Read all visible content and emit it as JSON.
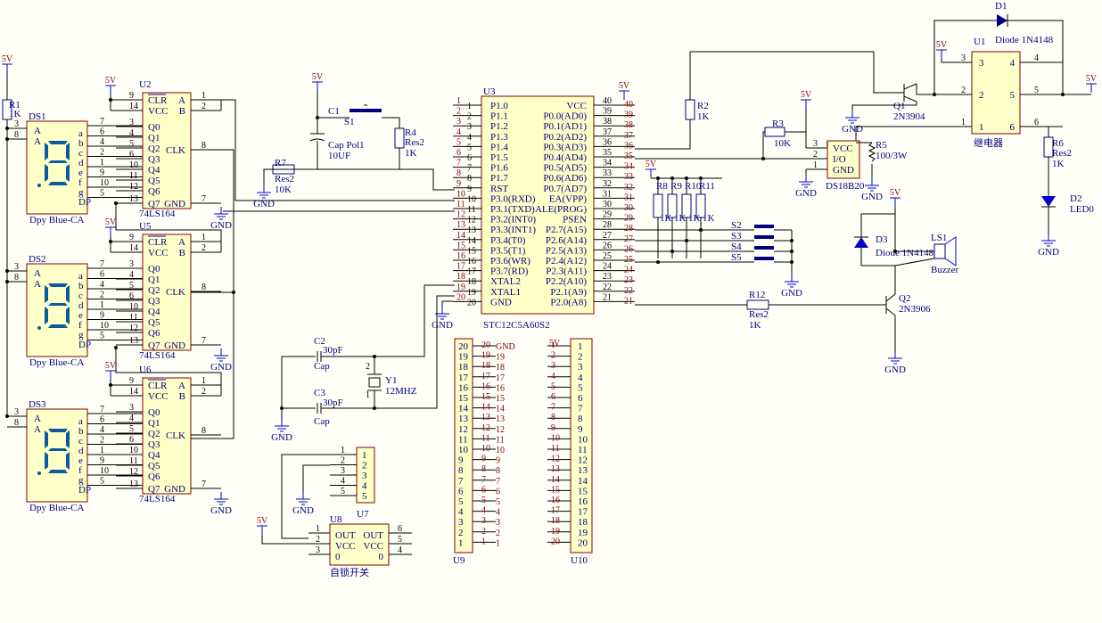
{
  "title": "",
  "power": {
    "v5": "5V",
    "gnd": "GND"
  },
  "displays": [
    {
      "ref": "DS1",
      "name": "Dpy Blue-CA"
    },
    {
      "ref": "DS2",
      "name": "Dpy Blue-CA"
    },
    {
      "ref": "DS3",
      "name": "Dpy Blue-CA"
    }
  ],
  "disp_pins": {
    "left": [
      "A",
      "A"
    ],
    "segs": [
      "a",
      "b",
      "c",
      "d",
      "e",
      "f",
      "g",
      "DP"
    ],
    "left_nums": [
      "3",
      "8"
    ],
    "right_nums": [
      "7",
      "6",
      "4",
      "2",
      "1",
      "9",
      "10",
      "5"
    ]
  },
  "shift_regs": [
    {
      "ref": "U2",
      "name": "74LS164"
    },
    {
      "ref": "U5",
      "name": "74LS164"
    },
    {
      "ref": "U6",
      "name": "74LS164"
    }
  ],
  "sr_pins": {
    "left": [
      "CLR",
      "VCC",
      "Q0",
      "Q1",
      "Q2",
      "Q3",
      "Q4",
      "Q5",
      "Q6",
      "Q7"
    ],
    "right": [
      "A",
      "B",
      "CLK",
      "GND"
    ],
    "left_nums": [
      "9",
      "14",
      "3",
      "4",
      "5",
      "6",
      "10",
      "11",
      "12",
      "13"
    ],
    "right_nums": [
      "1",
      "2",
      "8",
      "7"
    ]
  },
  "r1": {
    "ref": "R1",
    "val": "1K"
  },
  "mcu": {
    "ref": "U3",
    "name": "STC12C5A60S2",
    "left": [
      "P1.0",
      "P1.1",
      "P1.2",
      "P1.3",
      "P1.4",
      "P1.5",
      "P1.6",
      "P1.7",
      "RST",
      "P3.0(RXD)",
      "P3.1(TXD)",
      "P3.2(INT0)",
      "P3.3(INT1)",
      "P3.4(T0)",
      "P3.5(T1)",
      "P3.6(WR)",
      "P3.7(RD)",
      "XTAL2",
      "XTAL1",
      "GND"
    ],
    "right": [
      "VCC",
      "P0.0(AD0)",
      "P0.1(AD1)",
      "P0.2(AD2)",
      "P0.3(AD3)",
      "P0.4(AD4)",
      "P0.5(AD5)",
      "P0.6(AD6)",
      "P0.7(AD7)",
      "EA(VPP)",
      "ALE(PROG)",
      "PSEN",
      "P2.7(A15)",
      "P2.6(A14)",
      "P2.5(A13)",
      "P2.4(A12)",
      "P2.3(A11)",
      "P2.2(A10)",
      "P2.1(A9)",
      "P2.0(A8)"
    ],
    "left_nums": [
      "1",
      "2",
      "3",
      "4",
      "5",
      "6",
      "7",
      "8",
      "9",
      "10",
      "11",
      "12",
      "13",
      "14",
      "15",
      "16",
      "17",
      "18",
      "19",
      "20"
    ],
    "right_nums": [
      "40",
      "39",
      "38",
      "37",
      "36",
      "35",
      "34",
      "33",
      "32",
      "31",
      "30",
      "29",
      "28",
      "27",
      "26",
      "25",
      "24",
      "23",
      "22",
      "21"
    ]
  },
  "reset": {
    "c1": "C1",
    "c1_val": "Cap Pol1",
    "c1_val2": "10UF",
    "s1": "S1",
    "r4": "R4",
    "r4_val": "Res2",
    "r4_val2": "1K",
    "r7": "R7",
    "r7_val": "Res2",
    "r7_val2": "10K"
  },
  "crystal": {
    "c2": "C2",
    "c2_val": "30pF",
    "c2_type": "Cap",
    "c3": "C3",
    "c3_val": "30pF",
    "c3_type": "Cap",
    "y1": "Y1",
    "y1_val": "12MHZ"
  },
  "relay": {
    "ref": "U1",
    "name": "继电器",
    "d1": "D1",
    "d1_val": "Diode 1N4148",
    "q1": "Q1",
    "q1_val": "2N3904",
    "r2": "R2",
    "r2_val": "1K"
  },
  "sensor": {
    "ref": "U4",
    "name": "DS18B20",
    "pins": [
      "VCC",
      "I/O",
      "GND"
    ],
    "r3": "R3",
    "r3_val": "10K",
    "r5": "R5",
    "r5_val": "100/3W"
  },
  "led": {
    "r6": "R6",
    "r6_val": "Res2",
    "r6_val2": "1K",
    "d2": "D2",
    "d2_val": "LED0"
  },
  "keys": {
    "res": [
      "R8",
      "R9",
      "R10",
      "R11"
    ],
    "res_val": "1K",
    "switches": [
      "S2",
      "S3",
      "S4",
      "S5"
    ]
  },
  "buzzer": {
    "d3": "D3",
    "d3_val": "Diode 1N4148",
    "ls1": "LS1",
    "ls1_val": "Buzzer",
    "q2": "Q2",
    "q2_val": "2N3906",
    "r12": "R12",
    "r12_val": "Res2",
    "r12_val2": "1K"
  },
  "u7": {
    "ref": "U7",
    "pins": [
      "1",
      "2",
      "3",
      "4",
      "5"
    ]
  },
  "u8": {
    "ref": "U8",
    "name": "自锁开关",
    "labels": [
      "OUT",
      "VCC",
      "0",
      "OUT",
      "VCC",
      "0"
    ],
    "left_nums": [
      "1",
      "2",
      "3"
    ],
    "right_nums": [
      "6",
      "5",
      "4"
    ]
  },
  "u9": {
    "ref": "U9",
    "pins": [
      "20",
      "19",
      "18",
      "17",
      "16",
      "15",
      "14",
      "13",
      "12",
      "11",
      "10",
      "9",
      "8",
      "7",
      "6",
      "5",
      "4",
      "3",
      "2",
      "1"
    ]
  },
  "u10": {
    "ref": "U10",
    "pins": [
      "1",
      "2",
      "3",
      "4",
      "5",
      "6",
      "7",
      "8",
      "9",
      "10",
      "11",
      "12",
      "13",
      "14",
      "15",
      "16",
      "17",
      "18",
      "19",
      "20"
    ]
  }
}
